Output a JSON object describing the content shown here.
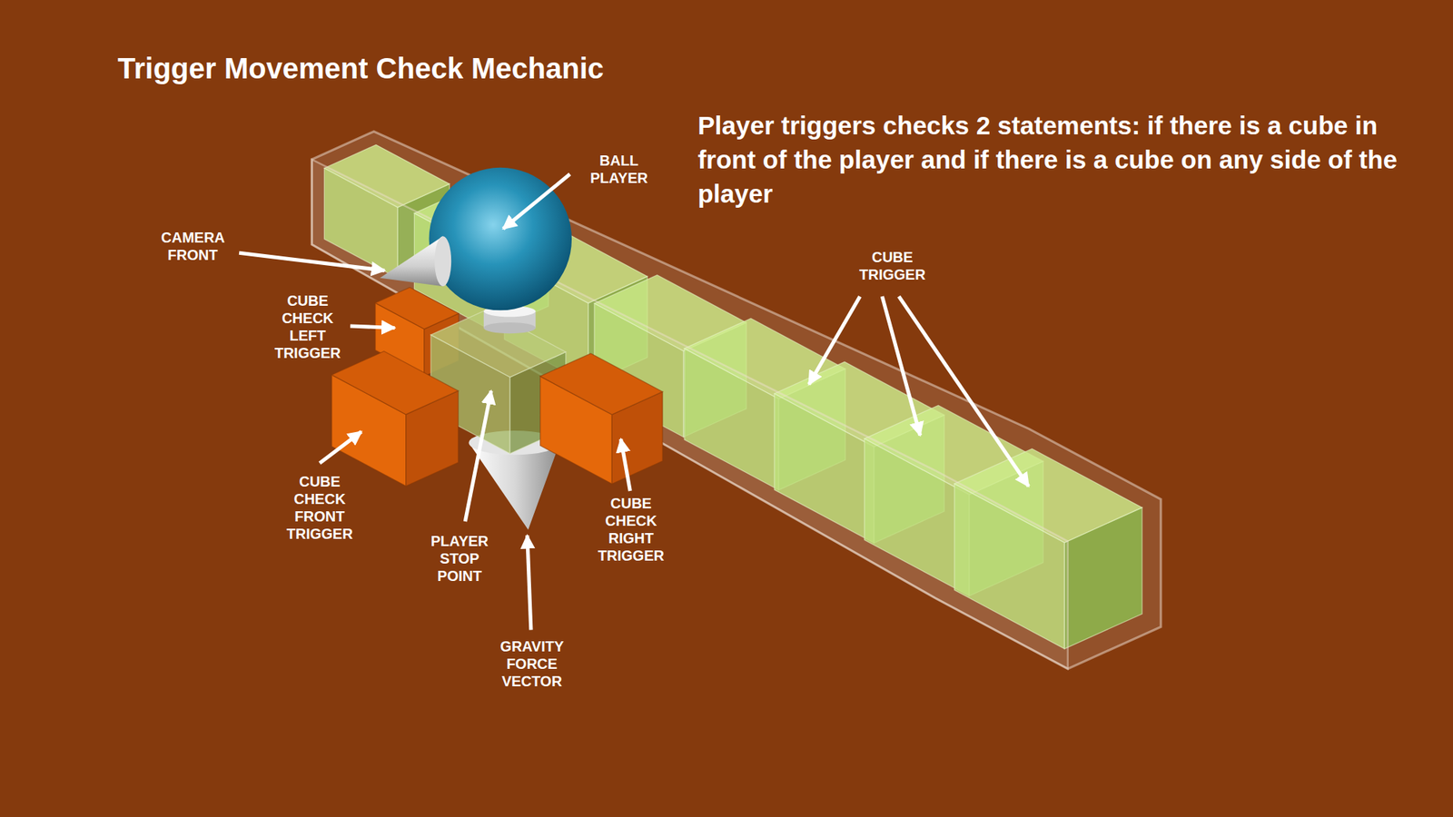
{
  "diagram": {
    "title": "Trigger Movement Check Mechanic",
    "labels": [
      "Player triggers checks 2 statements: if there is a cube in front of the player and if there is a cube on any side of the player",
      "BALL PLAYER",
      "CAMERA FRONT",
      "CUBE CHECK LEFT TRIGGER",
      "CUBE CHECK FRONT TRIGGER",
      "PLAYER STOP POINT",
      "GRAVITY FORCE VECTOR",
      "CUBE CHECK RIGHT TRIGGER",
      "CUBE TRIGGER"
    ]
  }
}
